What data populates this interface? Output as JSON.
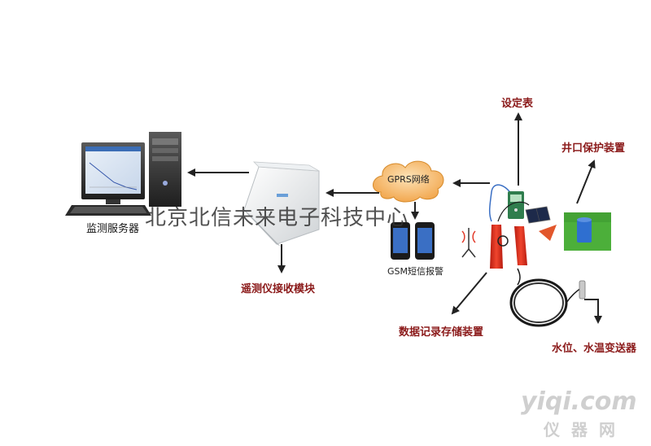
{
  "labels": {
    "server": "监测服务器",
    "receiver": "遥测仪接收模块",
    "gprs": "GPRS网络",
    "gsm": "GSM短信报警",
    "settings_meter": "设定表",
    "well_protection": "井口保护装置",
    "data_logger": "数据记录存储装置",
    "sensor": "水位、水温变送器"
  },
  "watermark": {
    "center_text": "北京北信未来电子科技中心",
    "site_text": "yiqi.com",
    "site_sub": "仪器网"
  },
  "colors": {
    "label_red": "#8b1a1a",
    "arrow": "#222222",
    "cloud": "#f7c27a",
    "logger": "#e0301e",
    "grass": "#4caf3a",
    "well_cap": "#2f6fd0"
  },
  "icons": [
    "computer-icon",
    "receiver-module-icon",
    "gprs-cloud-icon",
    "phone-icon",
    "settings-meter-icon",
    "well-protection-icon",
    "data-logger-icon",
    "pressure-sensor-icon",
    "antenna-icon",
    "solar-panel-icon"
  ]
}
